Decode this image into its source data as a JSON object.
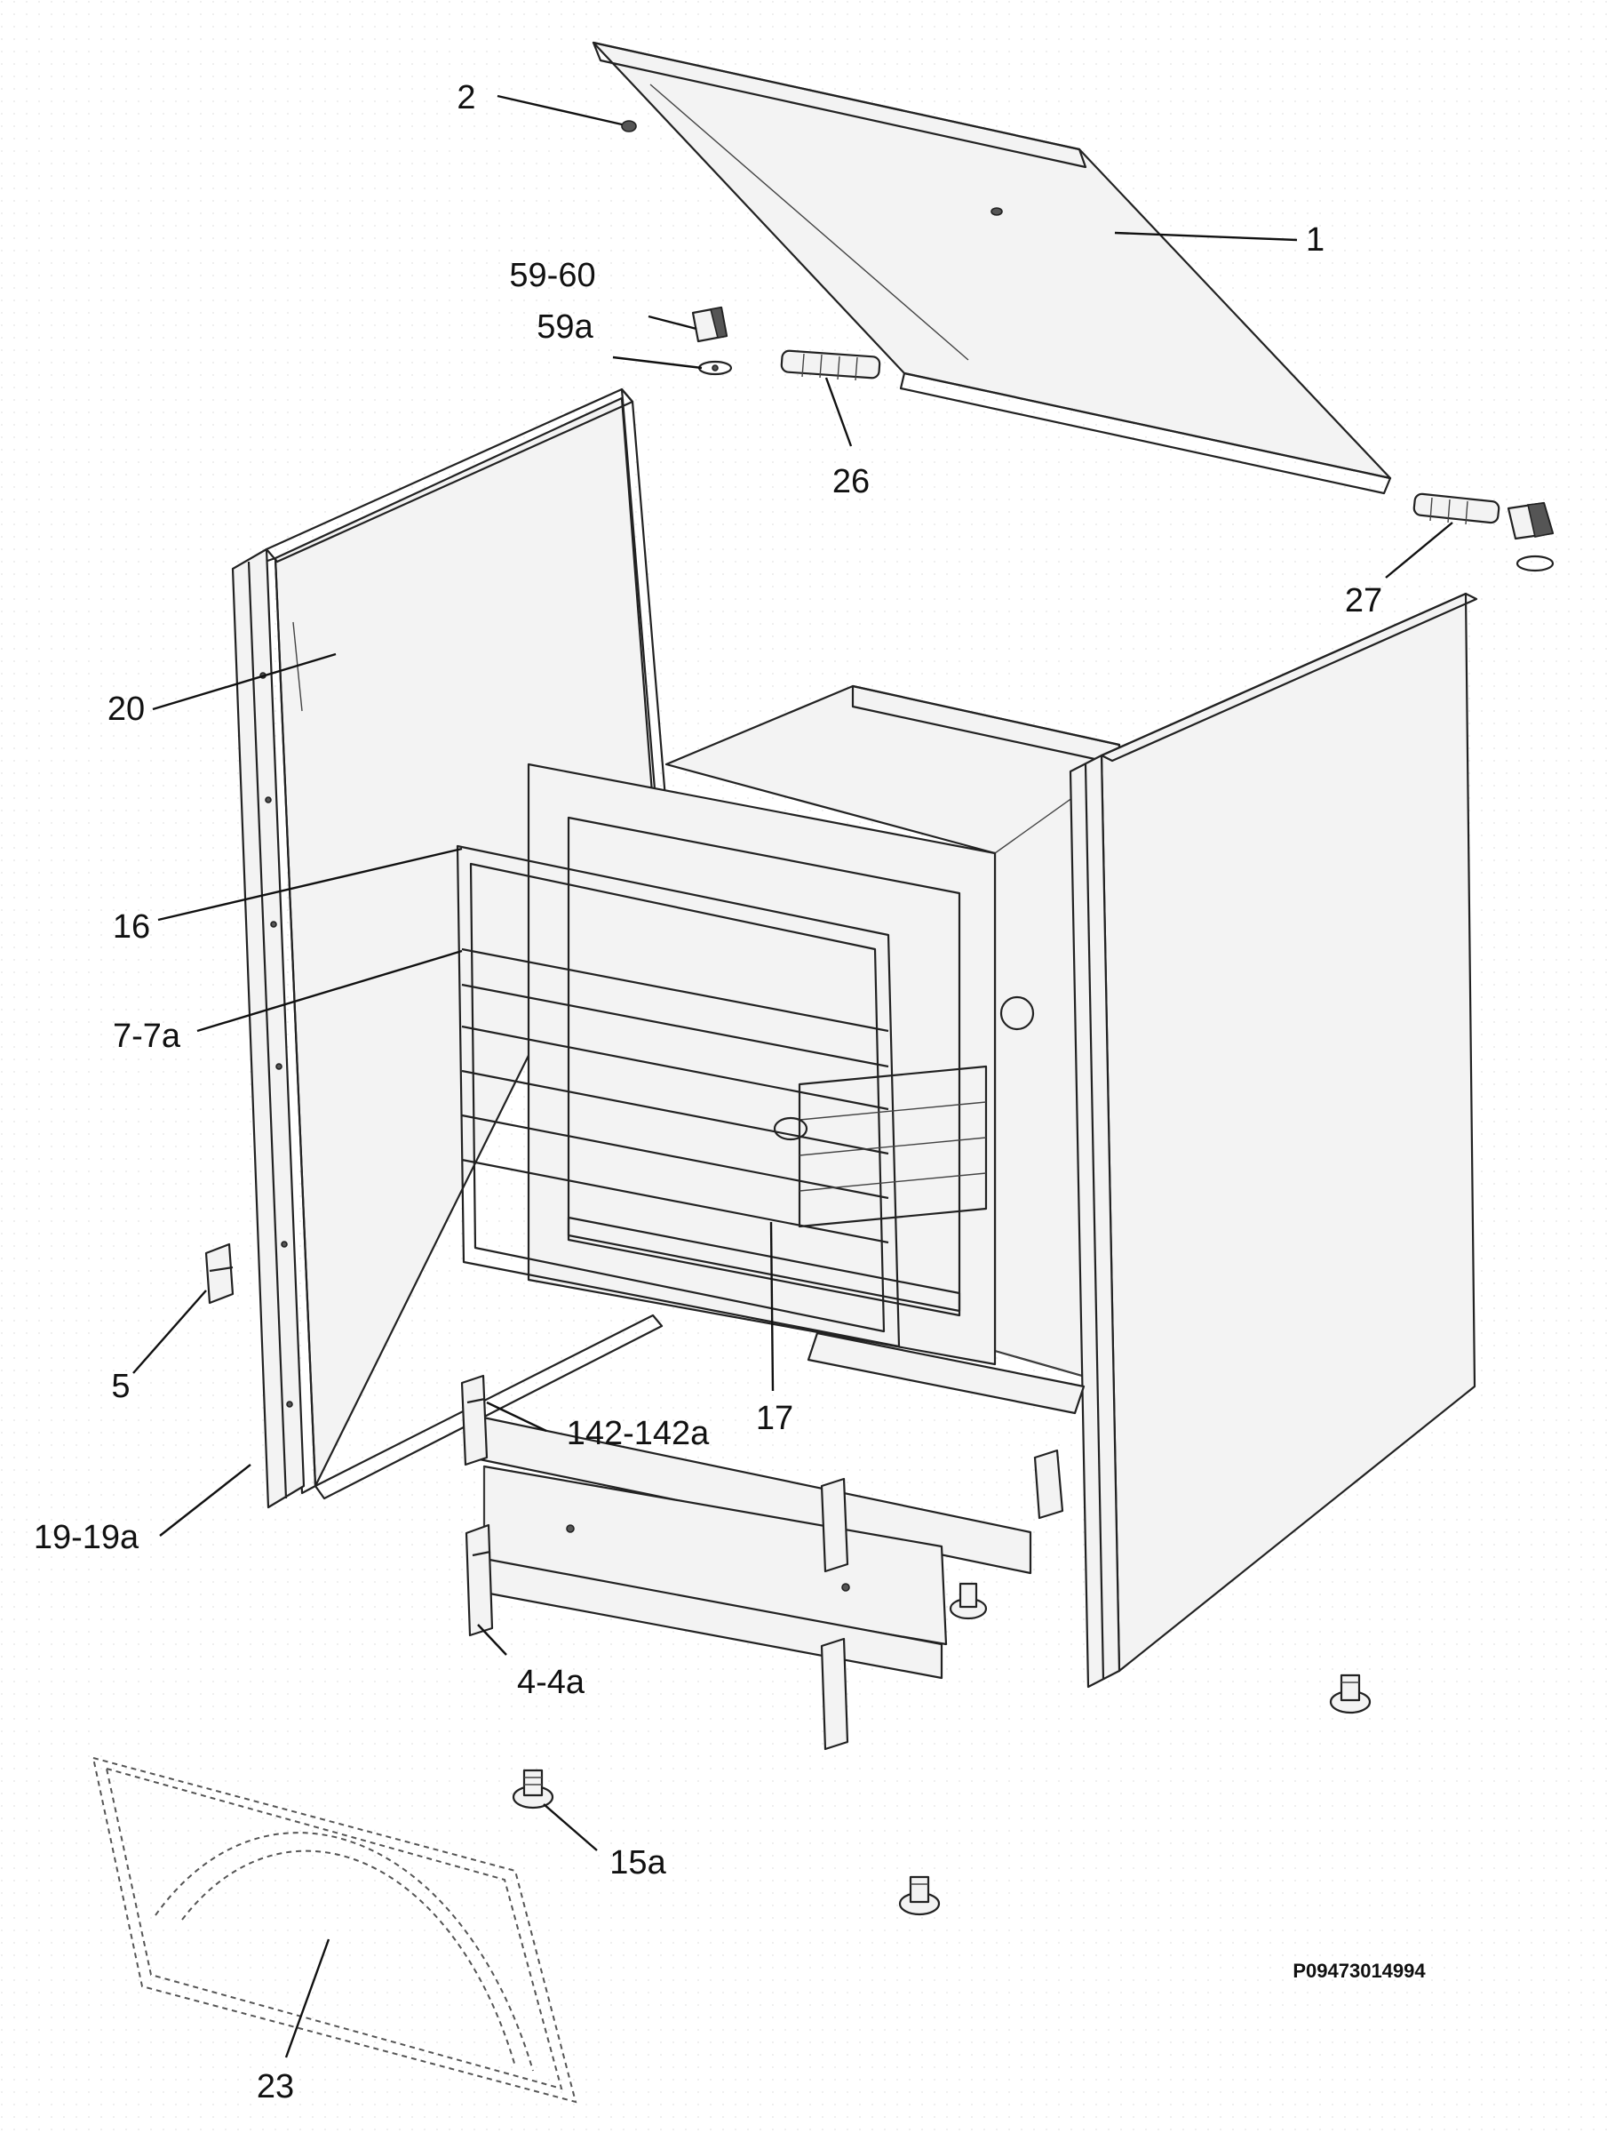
{
  "drawing_code": "P09473014994",
  "callouts": {
    "c1": "1",
    "c2": "2",
    "c59_60": "59-60",
    "c59a": "59a",
    "c26": "26",
    "c27": "27",
    "c20": "20",
    "c16": "16",
    "c7_7a": "7-7a",
    "c5": "5",
    "c19_19a": "19-19a",
    "c142_142a": "142-142a",
    "c17": "17",
    "c4_4a": "4-4a",
    "c15a": "15a",
    "c23": "23"
  }
}
